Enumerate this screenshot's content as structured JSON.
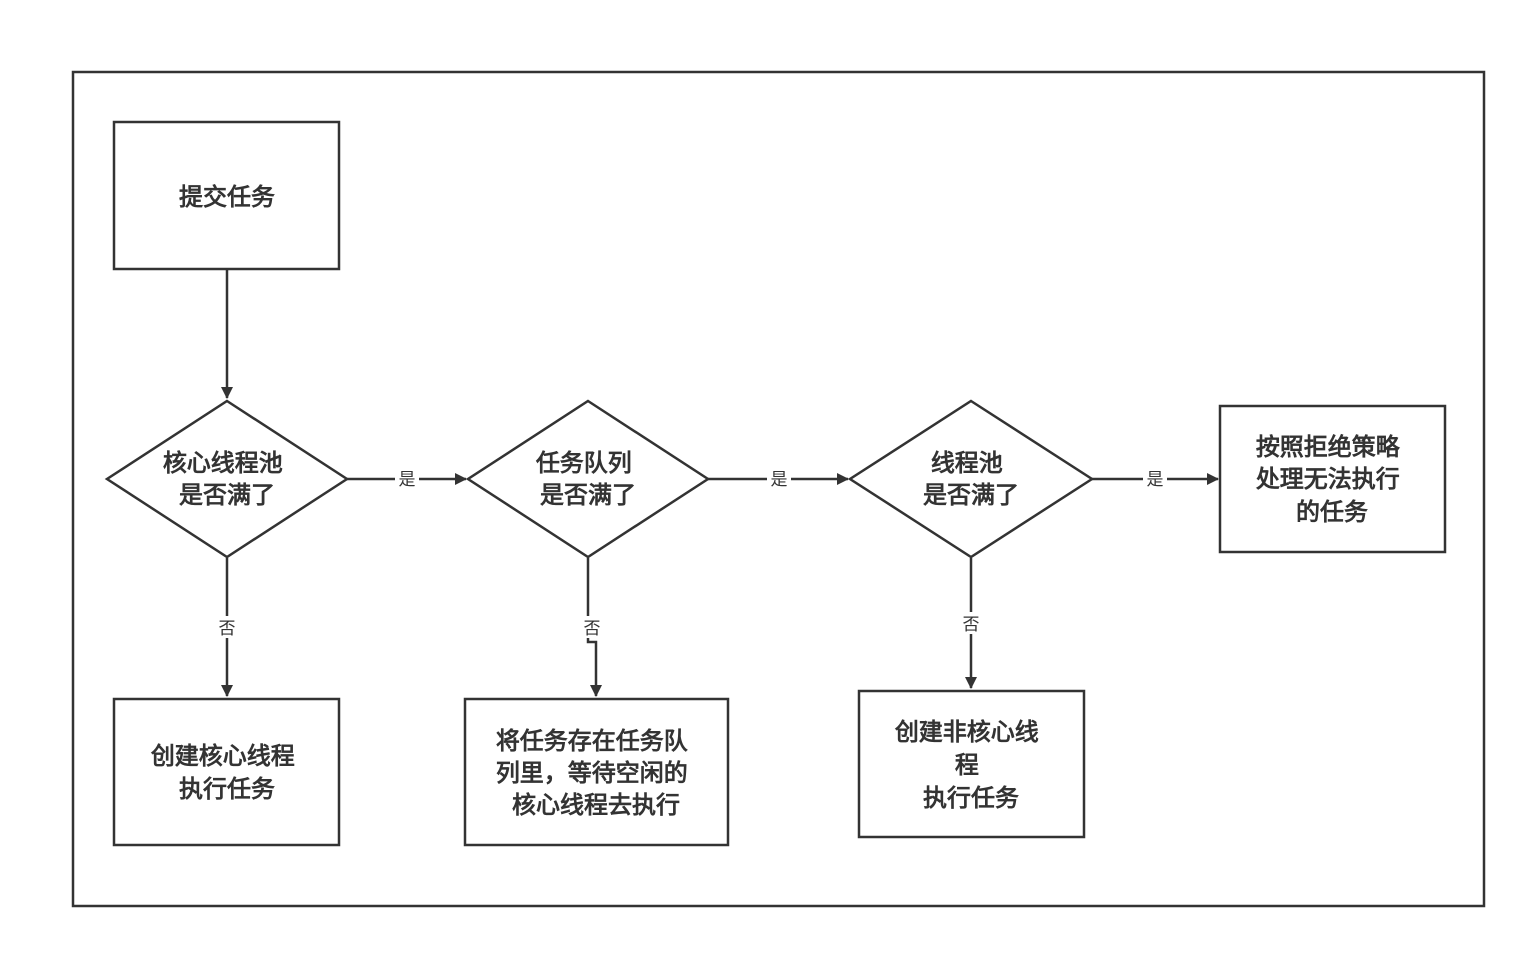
{
  "nodes": {
    "submit": {
      "lines": [
        "提交任务"
      ]
    },
    "core_full": {
      "lines": [
        "核心线程池",
        "是否满了"
      ]
    },
    "queue_full": {
      "lines": [
        "任务队列",
        "是否满了"
      ]
    },
    "pool_full": {
      "lines": [
        "线程池",
        "是否满了"
      ]
    },
    "reject": {
      "lines": [
        "按照拒绝策略",
        "处理无法执行",
        "的任务"
      ]
    },
    "create_core": {
      "lines": [
        "创建核心线程",
        "执行任务"
      ]
    },
    "enqueue": {
      "lines": [
        "将任务存在任务队",
        "列里，等待空闲的",
        "核心线程去执行"
      ]
    },
    "create_noncore": {
      "lines": [
        "创建非核心线",
        "程",
        "执行任务"
      ]
    }
  },
  "edges": {
    "yes_label": "是",
    "no_label": "否"
  },
  "colors": {
    "stroke": "#333333",
    "text": "#333333",
    "background": "#ffffff"
  }
}
